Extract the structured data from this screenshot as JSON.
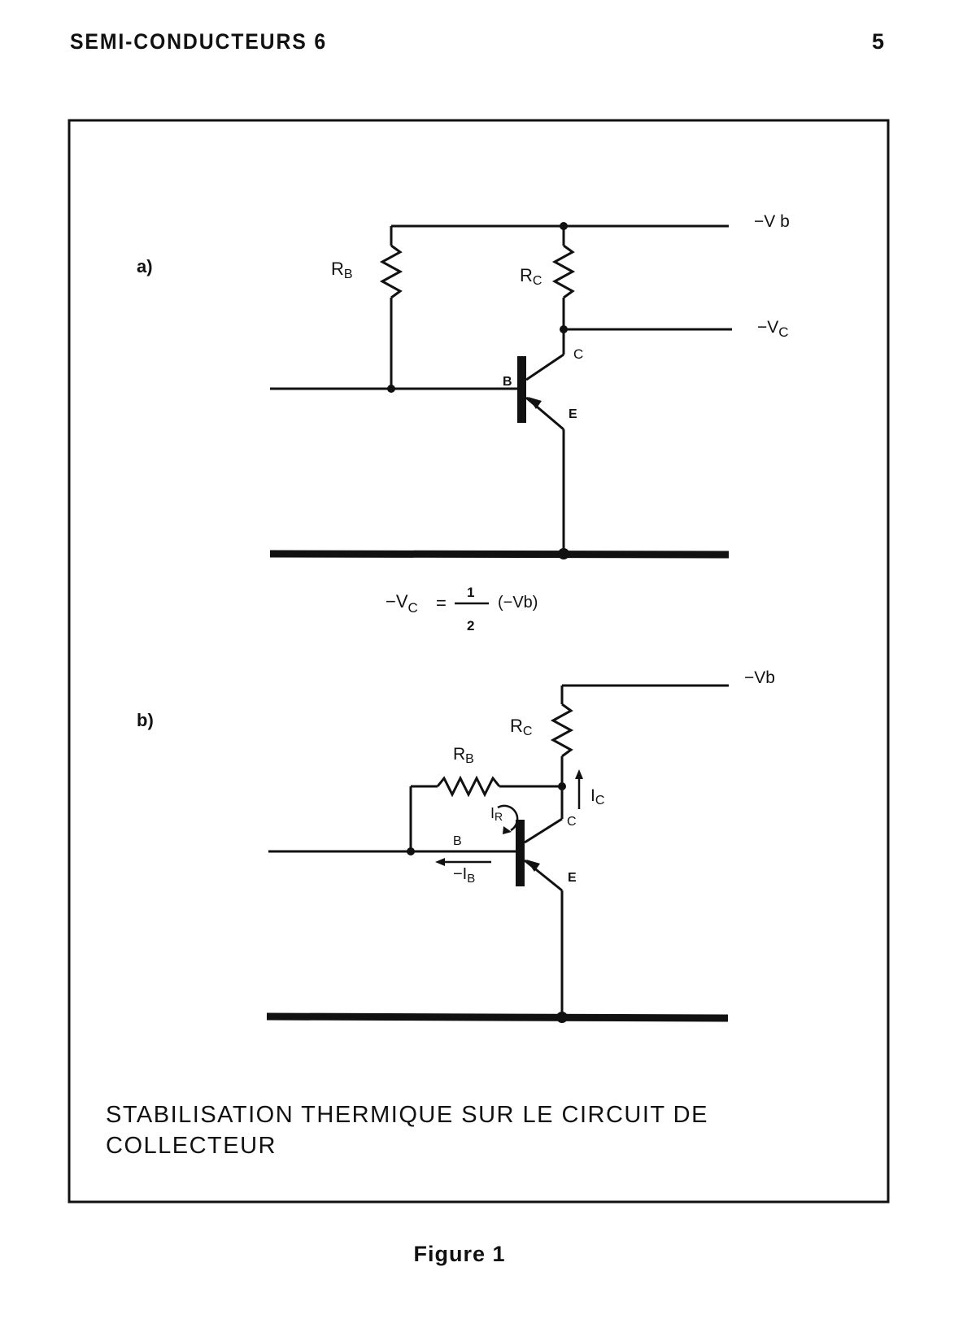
{
  "header": {
    "title": "SEMI-CONDUCTEURS 6",
    "page_number": "5"
  },
  "circuit_a": {
    "label": "a)",
    "rb": "R",
    "rb_sub": "B",
    "rc": "R",
    "rc_sub": "C",
    "vb": "−V b",
    "vc": "−V",
    "vc_sub": "C",
    "pin_b": "B",
    "pin_c": "C",
    "pin_e": "E"
  },
  "formula": {
    "lhs": "−V",
    "lhs_sub": "C",
    "eq": "=",
    "num": "1",
    "den": "2",
    "rhs": "(−Vb)"
  },
  "circuit_b": {
    "label": "b)",
    "rb": "R",
    "rb_sub": "B",
    "rc": "R",
    "rc_sub": "C",
    "vb": "−Vb",
    "ic": "I",
    "ic_sub": "C",
    "ir": "I",
    "ir_sub": "R",
    "ib": "−I",
    "ib_sub": "B",
    "pin_b": "B",
    "pin_c": "C",
    "pin_e": "E"
  },
  "caption": {
    "line1": "STABILISATION THERMIQUE SUR LE CIRCUIT DE",
    "line2": "COLLECTEUR"
  },
  "figure_label": "Figure 1"
}
